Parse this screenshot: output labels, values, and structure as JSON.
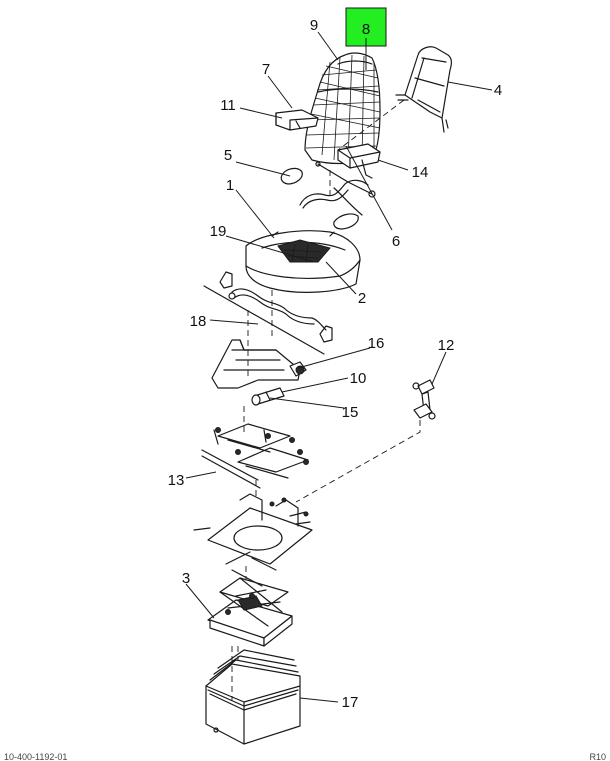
{
  "highlight": {
    "label": "8",
    "color": "#22ee22"
  },
  "callouts": {
    "c1": "1",
    "c2": "2",
    "c3": "3",
    "c4": "4",
    "c5": "5",
    "c6": "6",
    "c7": "7",
    "c9": "9",
    "c10": "10",
    "c11": "11",
    "c12": "12",
    "c13": "13",
    "c14": "14",
    "c15": "15",
    "c16": "16",
    "c17": "17",
    "c18": "18",
    "c19": "19"
  },
  "footer": {
    "left_code": "10-400-1192-01",
    "right_code": "R10"
  }
}
